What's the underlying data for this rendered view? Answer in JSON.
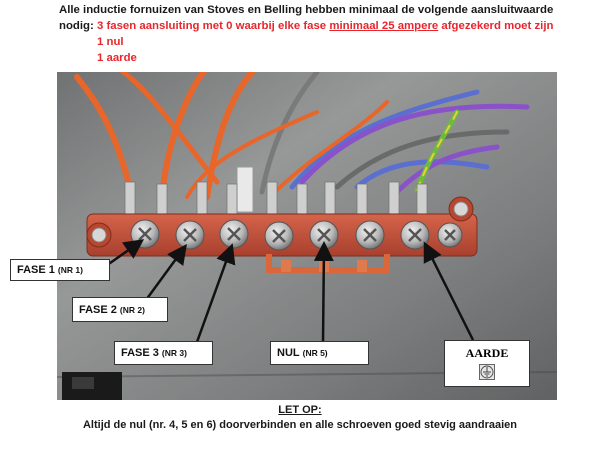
{
  "header": {
    "line1": "Alle inductie fornuizen van Stoves en Belling hebben minimaal de volgende aansluitwaarde",
    "line2_prefix": "nodig:",
    "line2_red_a": "3 fasen aansluiting met 0 waarbij elke fase",
    "line2_underlined": "minimaal 25 ampere",
    "line2_red_b": "afgezekerd moet zijn",
    "line3": "1 nul",
    "line4": "1 aarde"
  },
  "labels": {
    "fase1": {
      "text": "FASE 1",
      "nr": "(NR 1)"
    },
    "fase2": {
      "text": "FASE 2",
      "nr": "(NR 2)"
    },
    "fase3": {
      "text": "FASE 3",
      "nr": "(NR 3)"
    },
    "nul": {
      "text": "NUL",
      "nr": "(NR 5)"
    },
    "aarde": {
      "text": "AARDE"
    }
  },
  "footer": {
    "title": "LET OP:",
    "note": "Altijd de nul  (nr. 4, 5 en 6) doorverbinden en alle schroeven goed stevig aandraaien"
  },
  "icons": {
    "ground": "ground-symbol-icon",
    "arrow": "arrow-pointer-icon"
  },
  "colors": {
    "red_text": "#e8262c",
    "arrow": "#111111",
    "copper_bridge": "#d9673a",
    "terminal_board": "#c8553b",
    "wire_orange": "#e8662a",
    "wire_blue": "#5a6fd0",
    "wire_purple": "#8a52c8",
    "wire_green_yellow": "#6dbb3c"
  }
}
